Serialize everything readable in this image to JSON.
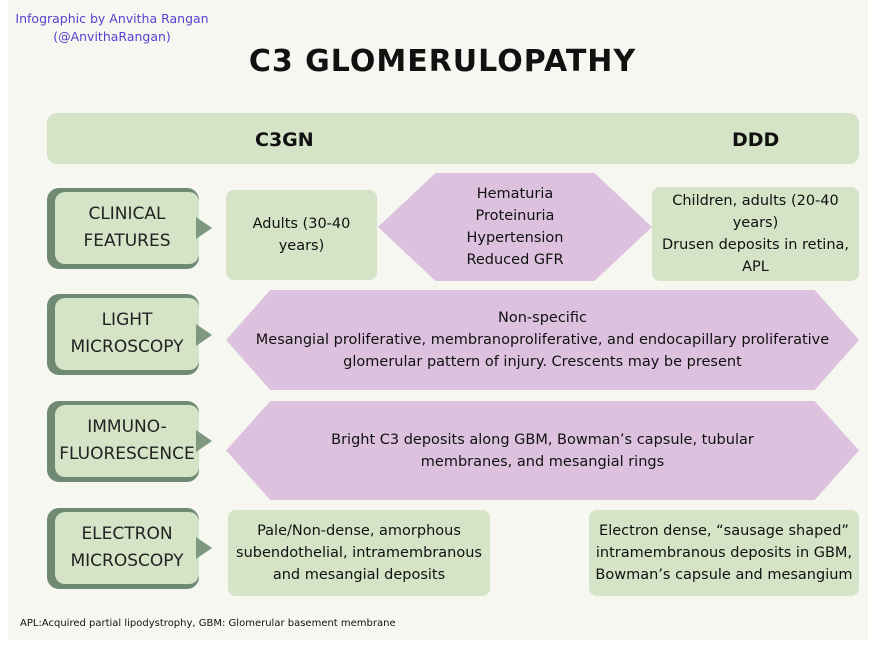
{
  "credit": {
    "line1": "Infographic by Anvitha Rangan",
    "line2": "(@AnvithaRangan)"
  },
  "title": "C3 GLOMERULOPATHY",
  "header": {
    "c3gn": "C3GN",
    "ddd": "DDD"
  },
  "rows": {
    "clinical": {
      "label": [
        "CLINICAL",
        "FEATURES"
      ],
      "c3gn": [
        "Adults (30-40",
        "years)"
      ],
      "shared": [
        "Hematuria",
        "Proteinuria",
        "Hypertension",
        "Reduced GFR"
      ],
      "ddd": [
        "Children, adults (20-40",
        "years)",
        "Drusen deposits in retina,",
        "APL"
      ]
    },
    "light": {
      "label": [
        "LIGHT",
        "MICROSCOPY"
      ],
      "shared": [
        "Non-specific",
        "Mesangial proliferative, membranoproliferative, and endocapillary proliferative",
        "glomerular pattern of injury. Crescents may be present"
      ]
    },
    "immuno": {
      "label": [
        "IMMUNO-",
        "FLUORESCENCE"
      ],
      "shared": [
        "Bright C3 deposits along GBM, Bowman’s capsule, tubular",
        "membranes, and mesangial rings"
      ]
    },
    "electron": {
      "label": [
        "ELECTRON",
        "MICROSCOPY"
      ],
      "c3gn": [
        "Pale/Non-dense, amorphous",
        "subendothelial, intramembranous",
        "and mesangial deposits"
      ],
      "ddd": [
        "Electron dense, “sausage shaped”",
        "intramembranous deposits in GBM,",
        "Bowman’s capsule and mesangium"
      ]
    }
  },
  "footnote": "APL:Acquired partial lipodystrophy, GBM: Glomerular basement membrane",
  "colors": {
    "green": "#d5e3c6",
    "dark_green": "#6e8a72",
    "purple": "#dcc2df",
    "credit": "#5a3fcf"
  }
}
